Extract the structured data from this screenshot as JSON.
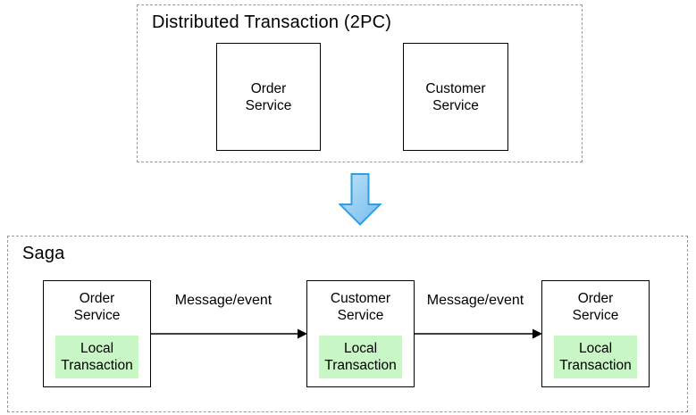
{
  "top_group": {
    "title": "Distributed Transaction (2PC)",
    "nodes": [
      {
        "label": "Order\nService"
      },
      {
        "label": "Customer\nService"
      }
    ]
  },
  "transition": {
    "icon": "down-block-arrow"
  },
  "saga_group": {
    "title": "Saga",
    "nodes": [
      {
        "label": "Order\nService",
        "sub_label": "Local\nTransaction"
      },
      {
        "label": "Customer\nService",
        "sub_label": "Local\nTransaction"
      },
      {
        "label": "Order\nService",
        "sub_label": "Local\nTransaction"
      }
    ],
    "edges": [
      {
        "label": "Message/event"
      },
      {
        "label": "Message/event"
      }
    ]
  },
  "colors": {
    "background": "#ffffff",
    "group_border": "#999999",
    "node_border": "#000000",
    "node_fill": "#ffffff",
    "local_transaction_fill": "#c8f6c4",
    "edge_arrow": "#000000",
    "down_arrow_fill_light": "#c0e2f7",
    "down_arrow_fill_dark": "#74bcee",
    "down_arrow_stroke": "#2e9fe5",
    "text": "#000000"
  }
}
